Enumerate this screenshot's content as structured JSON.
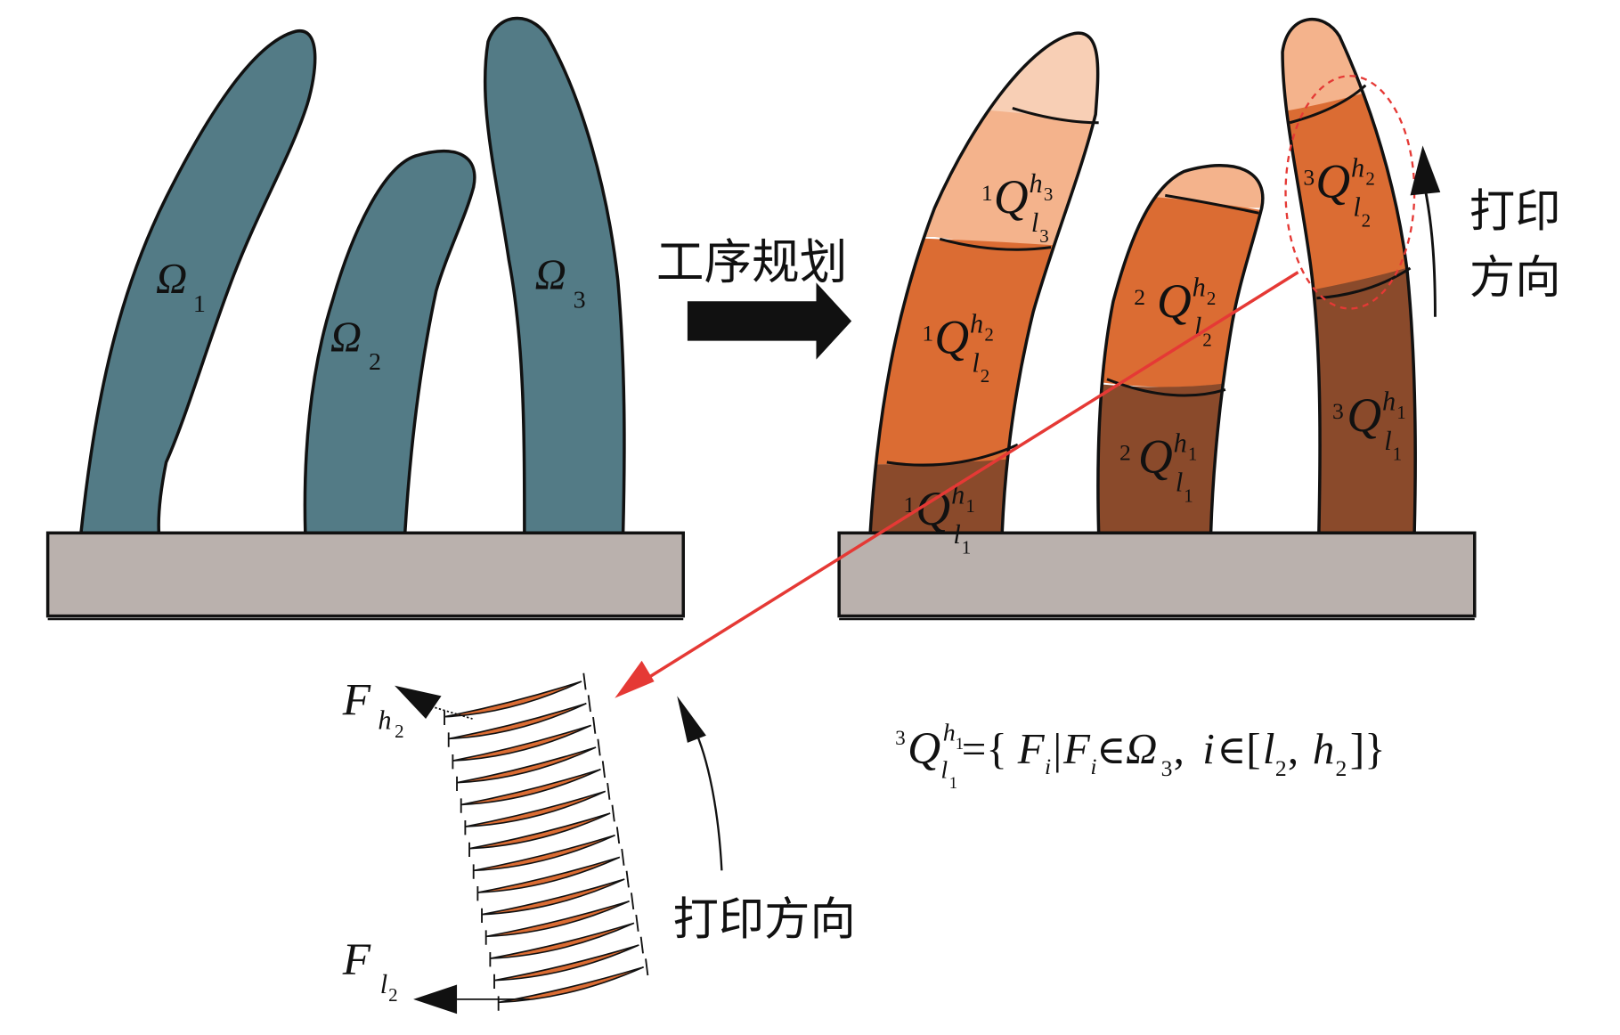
{
  "colors": {
    "teal_stem": "#537B86",
    "base_plate": "#BAB1AD",
    "seg_tip": "#F8CFB5",
    "seg_light": "#F4B38C",
    "seg_mid": "#DB6C33",
    "seg_dark": "#8A4A2B",
    "red_arrow": "#E53935",
    "outline": "#111111"
  },
  "left_panel": {
    "stems": [
      {
        "symbol": "Ω",
        "sub": "1"
      },
      {
        "symbol": "Ω",
        "sub": "2"
      },
      {
        "symbol": "Ω",
        "sub": "3"
      }
    ]
  },
  "process_arrow": {
    "label": "工序规划"
  },
  "right_panel": {
    "labels": [
      {
        "pre": "1",
        "main": "Q",
        "sup": "h",
        "sup_sub": "3",
        "sub": "l",
        "sub_sub": "3"
      },
      {
        "pre": "1",
        "main": "Q",
        "sup": "h",
        "sup_sub": "2",
        "sub": "l",
        "sub_sub": "2"
      },
      {
        "pre": "1",
        "main": "Q",
        "sup": "h",
        "sup_sub": "1",
        "sub": "l",
        "sub_sub": "1"
      },
      {
        "pre": "2",
        "main": "Q",
        "sup": "h",
        "sup_sub": "2",
        "sub": "l",
        "sub_sub": "2"
      },
      {
        "pre": "2",
        "main": "Q",
        "sup": "h",
        "sup_sub": "1",
        "sub": "l",
        "sub_sub": "1"
      },
      {
        "pre": "3",
        "main": "Q",
        "sup": "h",
        "sup_sub": "2",
        "sub": "l",
        "sub_sub": "2"
      },
      {
        "pre": "3",
        "main": "Q",
        "sup": "h",
        "sup_sub": "1",
        "sub": "l",
        "sub_sub": "1"
      }
    ],
    "print_direction_line1": "打印",
    "print_direction_line2": "方向"
  },
  "detail": {
    "top_label": {
      "main": "F",
      "sub": "h",
      "sub_sub": "2"
    },
    "bottom_label": {
      "main": "F",
      "sub": "l",
      "sub_sub": "2"
    },
    "layer_count": 14,
    "print_direction": "打印方向"
  },
  "formula": {
    "pre": "3",
    "main": "Q",
    "sup": "h",
    "sup_sub": "1",
    "sub": "l",
    "sub_sub": "1",
    "rhs_1": "={",
    "rhs_F": "F",
    "rhs_i": "i",
    "rhs_bar": "|",
    "rhs_in": "∈",
    "rhs_omega": "Ω",
    "rhs_omega_sub": "3",
    "rhs_comma": ", ",
    "rhs_open": "[",
    "rhs_l": "l",
    "rhs_l_sub": "2",
    "rhs_h": "h",
    "rhs_h_sub": "2",
    "rhs_close": "]}"
  }
}
